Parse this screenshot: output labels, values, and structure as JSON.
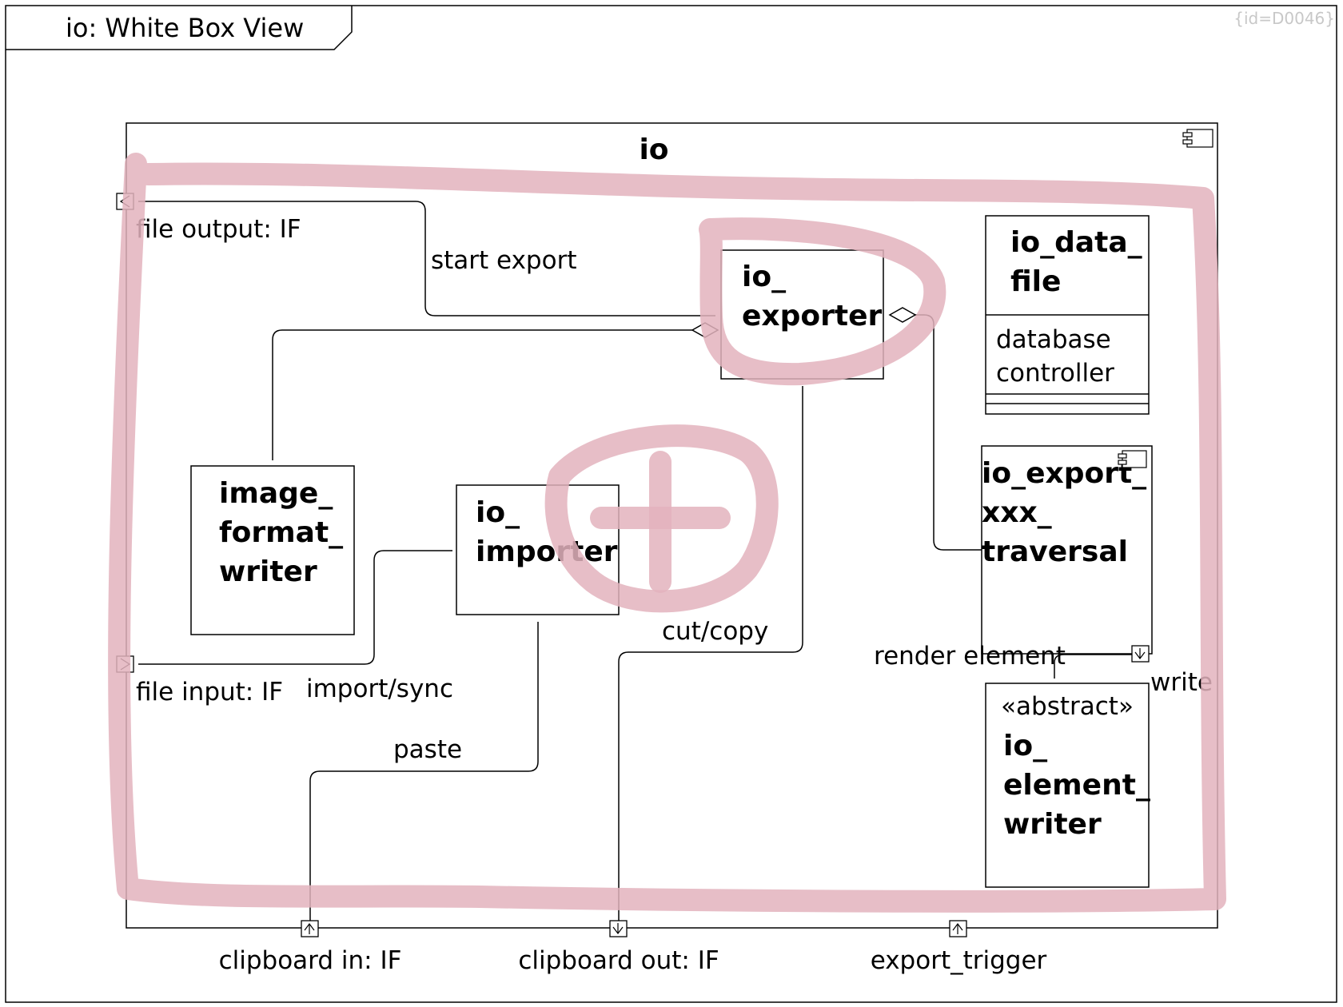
{
  "frame": {
    "title": "io: White Box View",
    "diagram_id": "{id=D0046}"
  },
  "component": {
    "name": "io"
  },
  "parts": {
    "io_exporter": [
      "io_",
      "exporter"
    ],
    "io_data_file": {
      "name": [
        "io_data_",
        "file"
      ],
      "attributes": [
        "database",
        "controller"
      ]
    },
    "image_format_writer": [
      "image_",
      "format_",
      "writer"
    ],
    "io_importer": [
      "io_",
      "importer"
    ],
    "io_export_traversal": [
      "io_export_",
      "xxx_",
      "traversal"
    ],
    "io_element_writer": {
      "stereotype": "«abstract»",
      "name": [
        "io_",
        "element_",
        "writer"
      ]
    }
  },
  "ports": {
    "file_output": "file output: IF",
    "file_input": "file input: IF",
    "clipboard_in": "clipboard in: IF",
    "clipboard_out": "clipboard out: IF",
    "export_trigger": "export_trigger"
  },
  "connectors": {
    "start_export": "start export",
    "import_sync": "import/sync",
    "paste": "paste",
    "cut_copy": "cut/copy",
    "render_element": "render element",
    "write": "write"
  },
  "colors": {
    "annotation_ink": "#e3b3bd",
    "line": "#000000",
    "id_text": "#c8c8c8"
  }
}
